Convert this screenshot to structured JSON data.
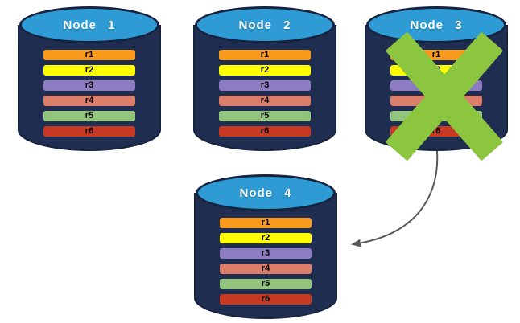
{
  "diagram": {
    "description": "Replication of rows r1-r6 across database nodes; failed Node 3 recovered to Node 4",
    "colors": {
      "background": "#FFFFFF",
      "cylinder_body": "#1E2D50",
      "cylinder_border": "#16233F",
      "cylinder_top": "#2E9BD5",
      "node_label_text": "#FFFFFF",
      "row_label_text": "#000000",
      "failure_x": "#8CC63F",
      "arrow": "#595959"
    },
    "nodes": [
      {
        "name": "Node 1",
        "failed": false,
        "rows": [
          {
            "label": "r1",
            "color": "#F89B1C"
          },
          {
            "label": "r2",
            "color": "#FFFF00"
          },
          {
            "label": "r3",
            "color": "#8E7CC3"
          },
          {
            "label": "r4",
            "color": "#DD7E6B"
          },
          {
            "label": "r5",
            "color": "#93C47D"
          },
          {
            "label": "r6",
            "color": "#C63A23"
          }
        ]
      },
      {
        "name": "Node 2",
        "failed": false,
        "rows": [
          {
            "label": "r1",
            "color": "#F89B1C"
          },
          {
            "label": "r2",
            "color": "#FFFF00"
          },
          {
            "label": "r3",
            "color": "#8E7CC3"
          },
          {
            "label": "r4",
            "color": "#DD7E6B"
          },
          {
            "label": "r5",
            "color": "#93C47D"
          },
          {
            "label": "r6",
            "color": "#C63A23"
          }
        ]
      },
      {
        "name": "Node 3",
        "failed": true,
        "rows": [
          {
            "label": "r1",
            "color": "#F89B1C"
          },
          {
            "label": "r2",
            "color": "#FFFF00"
          },
          {
            "label": "r3",
            "color": "#8E7CC3"
          },
          {
            "label": "r4",
            "color": "#DD7E6B"
          },
          {
            "label": "r5",
            "color": "#93C47D"
          },
          {
            "label": "r6",
            "color": "#C63A23"
          }
        ]
      },
      {
        "name": "Node 4",
        "failed": false,
        "rows": [
          {
            "label": "r1",
            "color": "#F89B1C"
          },
          {
            "label": "r2",
            "color": "#FFFF00"
          },
          {
            "label": "r3",
            "color": "#8E7CC3"
          },
          {
            "label": "r4",
            "color": "#DD7E6B"
          },
          {
            "label": "r5",
            "color": "#93C47D"
          },
          {
            "label": "r6",
            "color": "#C63A23"
          }
        ]
      }
    ],
    "arrow": {
      "from": "Node 3",
      "to": "Node 4"
    }
  }
}
